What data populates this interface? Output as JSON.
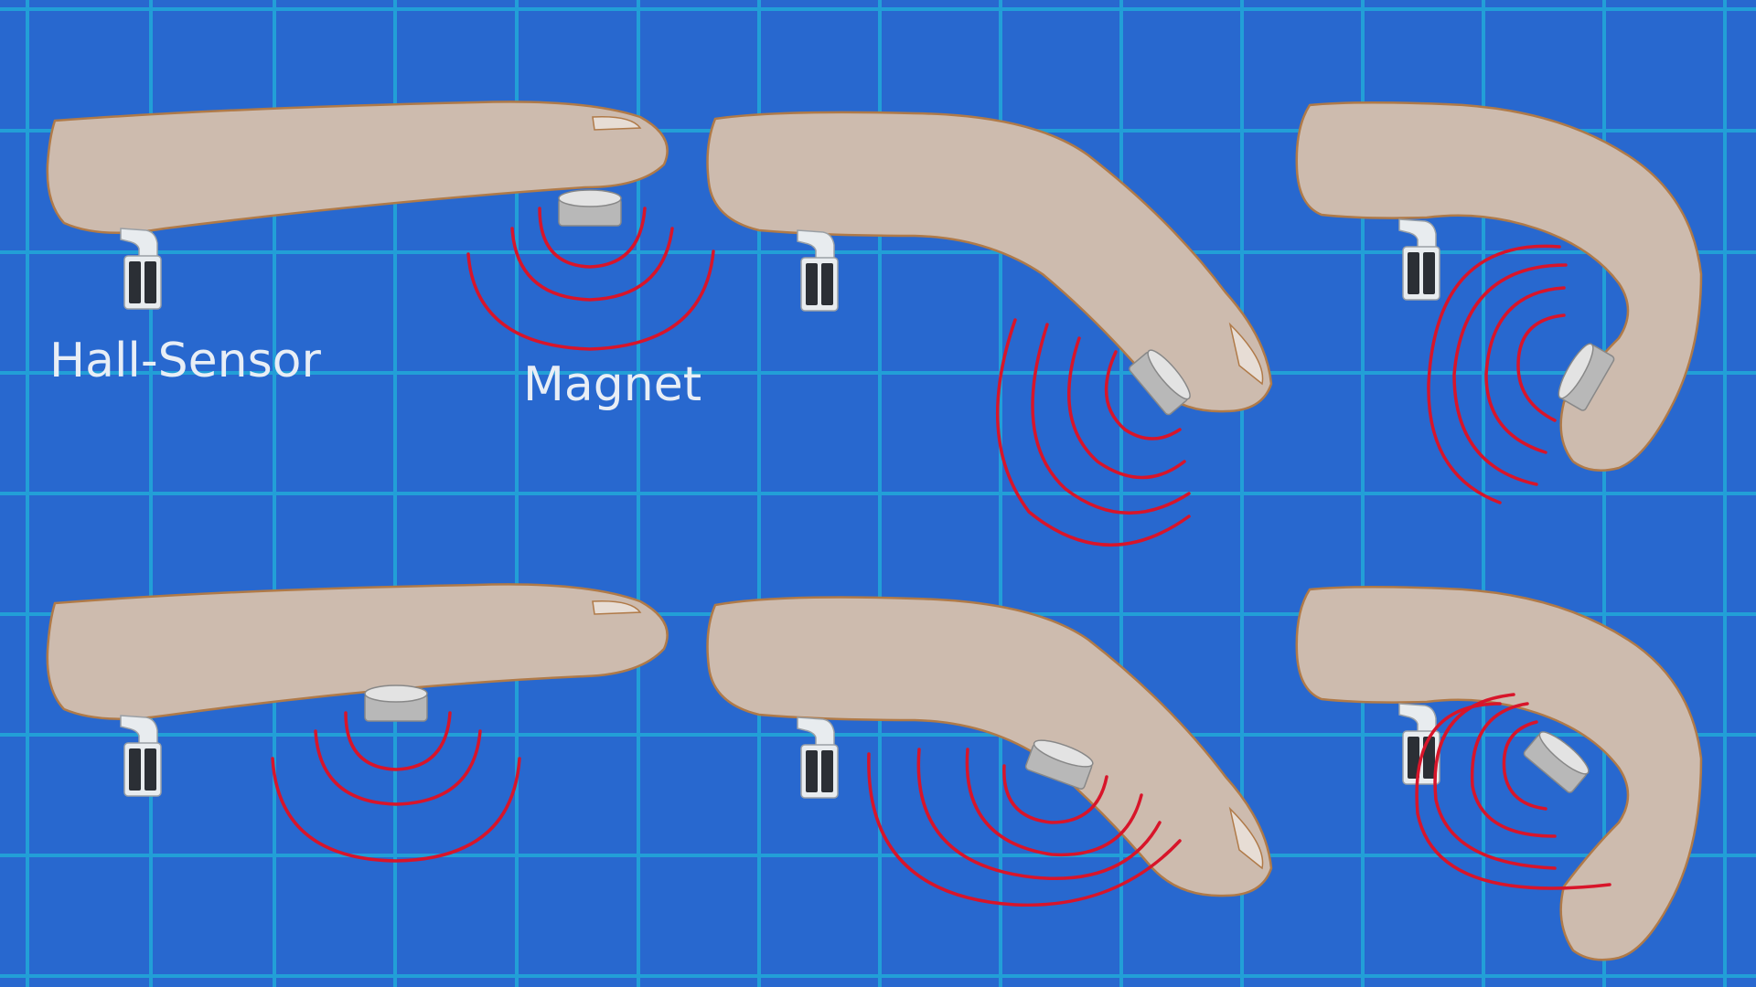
{
  "labels": {
    "sensor": "Hall-Sensor",
    "magnet": "Magnet"
  },
  "colors": {
    "background": "#2868CF",
    "grid": "#22A9D9",
    "skin": "#CDBBAE",
    "skin_outline": "#B07A48",
    "wave": "#D8152A",
    "sensor_body": "#2B2F35",
    "sensor_chrome": "#E8ECEF",
    "magnet_side": "#B8B8B8",
    "magnet_top": "#E3E3E3",
    "label_text": "#E8EEF6"
  },
  "panels": [
    {
      "row": "top",
      "pose": "straight",
      "magnet_position": "fingertip"
    },
    {
      "row": "top",
      "pose": "half-bent",
      "magnet_position": "fingertip"
    },
    {
      "row": "top",
      "pose": "fully-bent",
      "magnet_position": "fingertip"
    },
    {
      "row": "bottom",
      "pose": "straight",
      "magnet_position": "middle"
    },
    {
      "row": "bottom",
      "pose": "half-bent",
      "magnet_position": "middle"
    },
    {
      "row": "bottom",
      "pose": "fully-bent",
      "magnet_position": "middle"
    }
  ]
}
